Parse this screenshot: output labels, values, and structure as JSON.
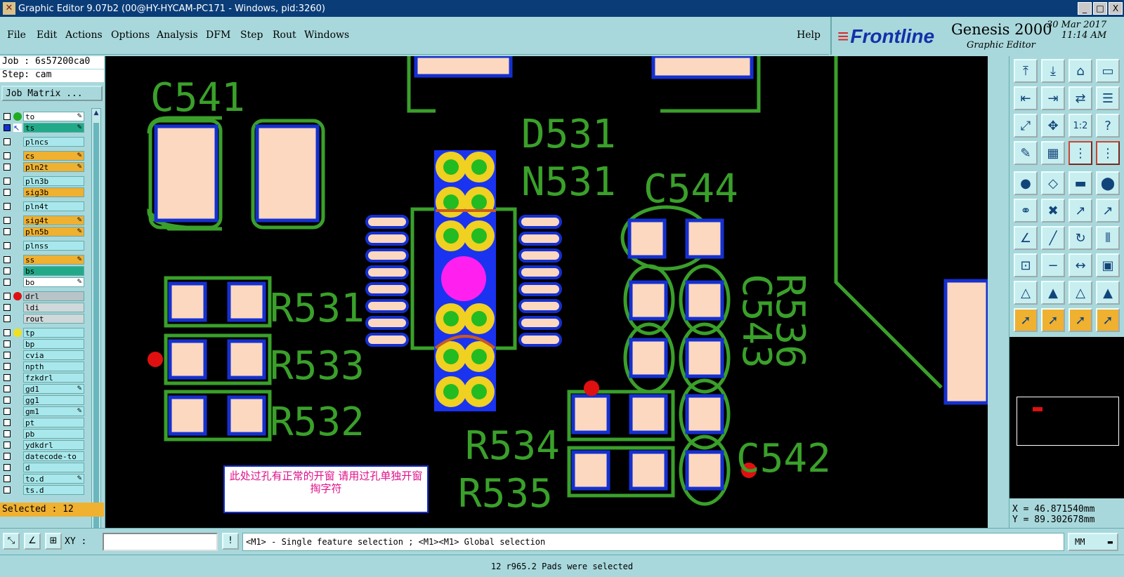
{
  "window": {
    "title": "Graphic Editor 9.07b2 (00@HY-HYCAM-PC171 - Windows, pid:3260)",
    "buttons": [
      "_",
      "□",
      "X"
    ]
  },
  "menu": {
    "items": [
      "File",
      "Edit",
      "Actions",
      "Options",
      "Analysis",
      "DFM",
      "Step",
      "Rout",
      "Windows"
    ],
    "help": "Help"
  },
  "brand": {
    "logo": "Frontline",
    "product": "Genesis 2000",
    "subtitle": "Graphic Editor",
    "date": "30 Mar 2017",
    "time": "11:14 AM"
  },
  "job": {
    "job_label": "Job : 6s57200ca0",
    "step_label": "Step: cam",
    "job_matrix_button": "Job Matrix ..."
  },
  "layers": [
    {
      "name": "to",
      "color": "#ffffff",
      "dot": "#22aa22",
      "edit": true
    },
    {
      "name": "ts",
      "color": "#22aa88",
      "dot": "arrow",
      "edit": true,
      "active": true
    },
    {
      "gap": true
    },
    {
      "name": "plncs",
      "color": "#a8e8ec"
    },
    {
      "gap": true
    },
    {
      "name": "cs",
      "color": "#f0b030",
      "edit": true
    },
    {
      "name": "pln2t",
      "color": "#f0b030",
      "edit": true
    },
    {
      "gap": true
    },
    {
      "name": "pln3b",
      "color": "#a8e8ec"
    },
    {
      "name": "sig3b",
      "color": "#f0b030"
    },
    {
      "gap": true
    },
    {
      "name": "pln4t",
      "color": "#a8e8ec"
    },
    {
      "gap": true
    },
    {
      "name": "sig4t",
      "color": "#f0b030",
      "edit": true
    },
    {
      "name": "pln5b",
      "color": "#f0b030",
      "edit": true
    },
    {
      "gap": true
    },
    {
      "name": "plnss",
      "color": "#a8e8ec"
    },
    {
      "gap": true
    },
    {
      "name": "ss",
      "color": "#f0b030",
      "edit": true
    },
    {
      "name": "bs",
      "color": "#22aa88"
    },
    {
      "name": "bo",
      "color": "#ffffff",
      "edit": true
    },
    {
      "gap": true
    },
    {
      "name": "drl",
      "color": "#b8c4c8",
      "dot": "#e01010"
    },
    {
      "name": "ldi",
      "color": "#d0d8da"
    },
    {
      "name": "rout",
      "color": "#d0d8da"
    },
    {
      "gap": true
    },
    {
      "name": "tp",
      "color": "#a8e8ec",
      "dot": "#f0e020"
    },
    {
      "name": "bp",
      "color": "#a8e8ec"
    },
    {
      "name": "cvia",
      "color": "#a8e8ec"
    },
    {
      "name": "npth",
      "color": "#a8e8ec"
    },
    {
      "name": "fzkdrl",
      "color": "#a8e8ec"
    },
    {
      "name": "gd1",
      "color": "#a8e8ec",
      "edit": true
    },
    {
      "name": "gg1",
      "color": "#a8e8ec"
    },
    {
      "name": "gm1",
      "color": "#a8e8ec",
      "edit": true
    },
    {
      "name": "pt",
      "color": "#a8e8ec"
    },
    {
      "name": "pb",
      "color": "#a8e8ec"
    },
    {
      "name": "ydkdrl",
      "color": "#a8e8ec"
    },
    {
      "name": "datecode-to",
      "color": "#a8e8ec"
    },
    {
      "name": "d",
      "color": "#a8e8ec"
    },
    {
      "name": "to.d",
      "color": "#a8e8ec",
      "edit": true
    },
    {
      "name": "ts.d",
      "color": "#a8e8ec"
    }
  ],
  "selected_label": "Selected : 12",
  "canvas": {
    "labels": [
      "C541",
      "D531",
      "N531",
      "C544",
      "R531",
      "R533",
      "R532",
      "R534",
      "R535",
      "C542",
      "R536",
      "C543"
    ],
    "note": "此处过孔有正常的开窗 请用过孔单独开窗掏字符",
    "colors": {
      "silk": "#3aa02a",
      "pad_fill": "#fcd8c0",
      "pad_border": "#1530d0",
      "via": "#f0d020",
      "via_core": "#22bb22",
      "pin1": "#ff20f0",
      "marker": "#e01010"
    }
  },
  "coords": {
    "x": "X = 46.871540mm",
    "y": "Y = 89.302678mm"
  },
  "bottom": {
    "xy_label": "XY :",
    "xy_value": "",
    "message": "<M1> - Single feature selection ; <M1><M1> Global selection",
    "unit": "MM"
  },
  "status": "12 r965.2 Pads were selected"
}
